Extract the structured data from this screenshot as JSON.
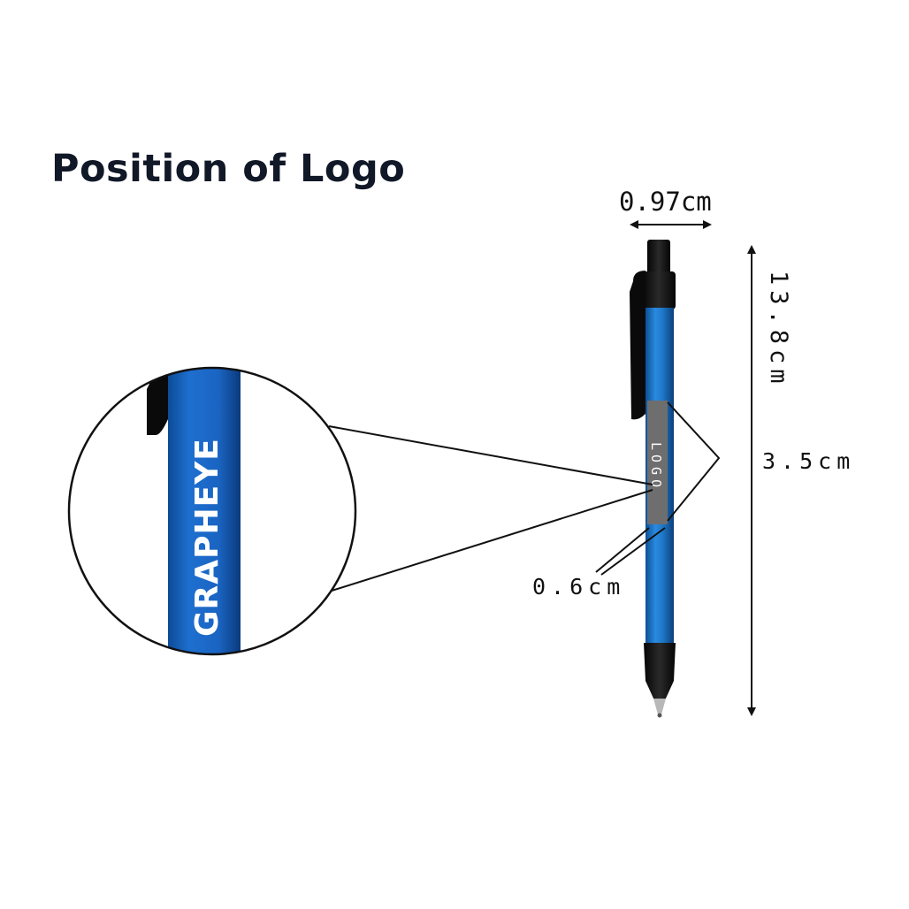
{
  "title": "Position of Logo",
  "dimensions": {
    "width": "0.97cm",
    "length": "13.8cm",
    "logo_length": "3.5cm",
    "logo_width": "0.6cm"
  },
  "logo_area_label": "LOGO",
  "zoom_logo_text": "GRAPHEYE",
  "colors": {
    "barrel_blue": "#1f78c8",
    "barrel_dark": "#0d4f94",
    "pen_black": "#141414",
    "logo_area_gray": "#6e6e6e",
    "title_color": "#111827"
  }
}
